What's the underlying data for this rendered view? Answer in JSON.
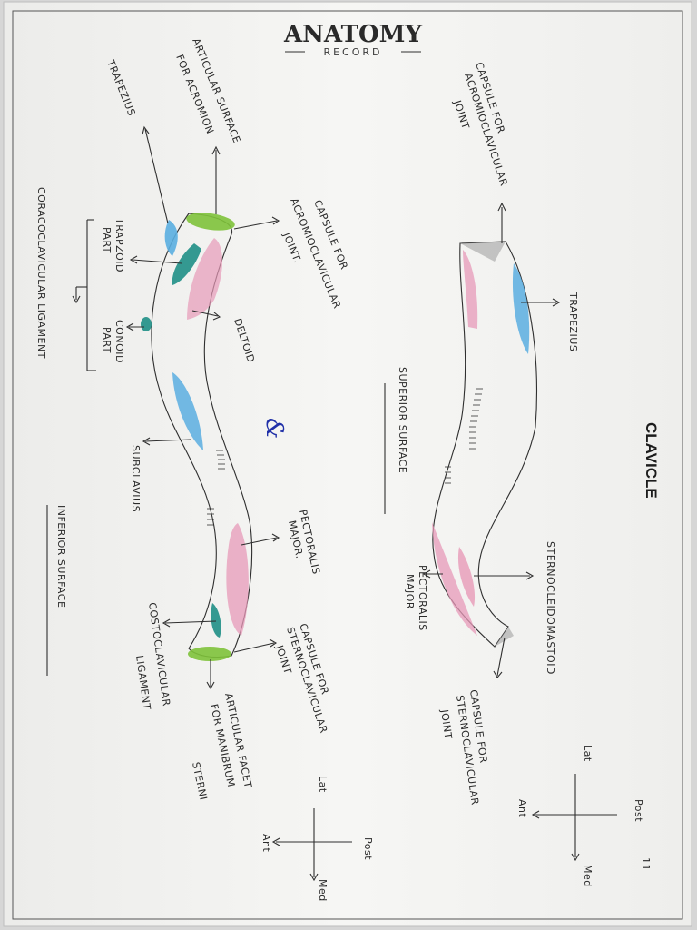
{
  "header": {
    "title": "ANATOMY",
    "subtitle": "RECORD"
  },
  "page_number": "11",
  "signature": "&",
  "right_diagram": {
    "title": "CLAVICLE",
    "surface_label": "SUPERIOR SURFACE",
    "labels": {
      "capsule_acromioclavicular": [
        "CAPSULE FOR",
        "ACROMIOCLAVICULAR",
        "JOINT"
      ],
      "trapezius": "TRAPEZIUS",
      "sternocleidomastoid": "STERNOCLEIDOMASTOID",
      "pectoralis_major": [
        "PECTORALIS",
        "MAJOR"
      ],
      "capsule_sternoclavicular": [
        "CAPSULE FOR",
        "STERNOCLAVICULAR",
        "JOINT"
      ]
    },
    "orientation": {
      "lat": "Lat",
      "med": "Med",
      "post": "Post",
      "ant": "Ant"
    }
  },
  "left_diagram": {
    "surface_label": "INFERIOR SURFACE",
    "labels": {
      "trapezius": "TRAPEZIUS",
      "articular_surface_acromion": [
        "ARTICULAR SURFACE",
        "FOR ACROMION"
      ],
      "coracoclavicular_ligament": "CORACOCLAVICULAR LIGAMENT",
      "trapezoid_part": [
        "TRAPZOID",
        "PART"
      ],
      "conoid_part": [
        "CONOID",
        "PART"
      ],
      "capsule_acromioclavicular": [
        "CAPSULE FOR",
        "ACROMIOCLAVICULAR",
        "JOINT."
      ],
      "deltoid": "DELTOID",
      "subclavius": "SUBCLAVIUS",
      "pectoralis_major": [
        "PECTORALIS",
        "MAJOR."
      ],
      "costoclavicular_ligament": [
        "COSTOCLAVICULAR",
        "LIGAMENT"
      ],
      "capsule_sternoclavicular": [
        "CAPSULE FOR",
        "STERNOCLAVICULAR",
        "JOINT"
      ],
      "articular_facet_manubrium": [
        "ARTICULAR FACET",
        "FOR MANIBRUM",
        "STERNI"
      ]
    },
    "orientation": {
      "lat": "Lat",
      "med": "Med",
      "post": "Post",
      "ant": "Ant"
    }
  },
  "colors": {
    "paper": "#f4f4f2",
    "pencil": "#2f2f2f",
    "pink": "#e79ab8",
    "blue": "#5aaee0",
    "teal": "#1f8f86",
    "green": "#7ec23a",
    "signature_ink": "#2030a8"
  }
}
